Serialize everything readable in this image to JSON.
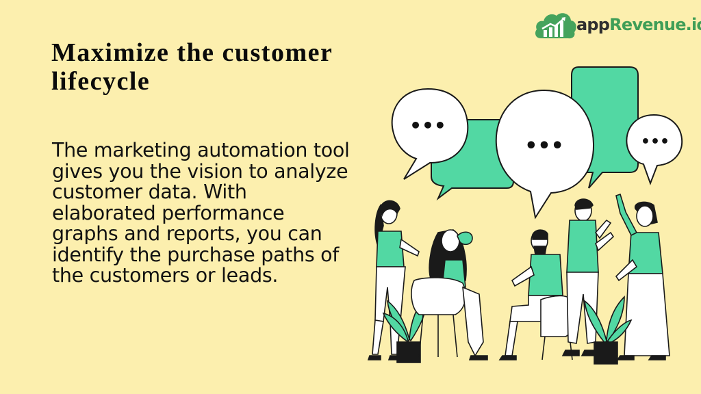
{
  "brand": {
    "name_part1": "app",
    "name_part2": "Revenue.io",
    "accent_color": "#3f9e57",
    "icon": "cloud-chart-icon"
  },
  "slide": {
    "title": "Maximize the customer lifecycle",
    "body": "The marketing automation tool gives you the vision to analyze customer data. With elaborated performance graphs and reports, you can identify the purchase paths of the customers or leads.",
    "background_color": "#fcefae",
    "illustration_accent_color": "#52d8a3"
  },
  "illustration": {
    "subject": "people-talking-illustration",
    "bubble_glyph": "•••"
  }
}
